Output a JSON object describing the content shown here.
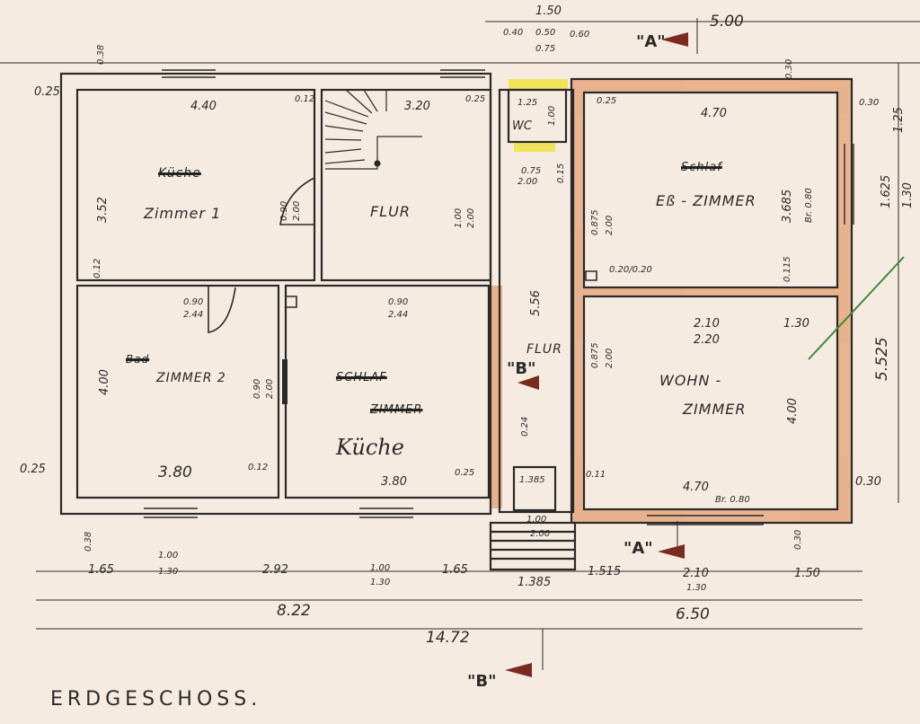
{
  "title": "ERDGESCHOSS.",
  "rooms": {
    "zimmer1": "Zimmer 1",
    "zimmer1_struck": "Küche",
    "flur_top": "FLUR",
    "wc": "WC",
    "essen": "Eß - ZIMMER",
    "essen_struck": "Schlaf",
    "zimmer2": "ZIMMER 2",
    "zimmer2_struck": "Bad",
    "kueche": "Küche",
    "kueche_struck1": "SCHLAF",
    "kueche_struck2": "ZIMMER",
    "flur_mid": "FLUR",
    "wohn1": "WOHN -",
    "wohn2": "ZIMMER"
  },
  "dimensions": {
    "top_150": "1.50",
    "top_500": "5.00",
    "top_040": "0.40",
    "top_050": "0.50",
    "top_060": "0.60",
    "top_075": "0.75",
    "top_038": "0.38",
    "top_030_right": "0.30",
    "left_025_top": "0.25",
    "z1_440": "4.40",
    "z1_352": "3.52",
    "z1_012": "0.12",
    "z1_012b": "0.12",
    "z1_door": "0.90",
    "z1_door_h": "2.00",
    "flur_320": "3.20",
    "flur_025": "0.25",
    "flur_door": "1.00",
    "flur_door_h": "2.00",
    "wc_125": "1.25",
    "wc_100": "1.00",
    "wc_025": "0.25",
    "ess_470": "4.70",
    "ess_030": "0.30",
    "ess_3685": "3.685",
    "ess_br": "Br. 0.80",
    "right_125": "1.25",
    "right_1625": "1.625",
    "right_130": "1.30",
    "stair_075": "0.75",
    "stair_200": "2.00",
    "stair_015": "0.15",
    "ess_door": "0.875",
    "ess_door_h": "2.00",
    "ess_020": "0.20/0.20",
    "ess_0115": "0.115",
    "flur_556": "5.56",
    "z2_door": "0.90",
    "z2_door_h": "2.44",
    "ku_door": "0.90",
    "ku_door_h": "2.44",
    "z2_400": "4.00",
    "z2_side_door": "0.90",
    "z2_side_door_h": "2.00",
    "left_025_bot": "0.25",
    "z2_380": "3.80",
    "z2_012": "0.12",
    "ku_380": "3.80",
    "ku_025": "0.25",
    "ku_024": "0.24",
    "entry_1385": "1.385",
    "wohn_door": "0.875",
    "wohn_door_h": "2.00",
    "wohn_win": "2.10",
    "wohn_win_h": "2.20",
    "wohn_130": "1.30",
    "wohn_400": "4.00",
    "wohn_011": "0.11",
    "wohn_470": "4.70",
    "wohn_br": "Br. 0.80",
    "wohn_030": "0.30",
    "right_5525": "5.525",
    "bot_038": "0.38",
    "bot_030": "0.30",
    "entry_100": "1.00",
    "entry_200": "2.00",
    "row_165a": "1.65",
    "row_100a": "1.00",
    "row_130a": "1.30",
    "row_292": "2.92",
    "row_100b": "1.00",
    "row_130b": "1.30",
    "row_165b": "1.65",
    "row_1385": "1.385",
    "row_1515": "1.515",
    "row_210": "2.10",
    "row_130c": "1.30",
    "row_150": "1.50",
    "total_822": "8.22",
    "total_650": "6.50",
    "total_1472": "14.72"
  },
  "section_marks": {
    "a_top": "\"A\"",
    "a_bot": "\"A\"",
    "b_mid": "\"B\"",
    "b_bot": "\"B\""
  },
  "colors": {
    "paper": "#f6ebe0",
    "wall": "#2a2a2a",
    "shade": "#e7a982",
    "wc_fill": "#f2e45a",
    "arrow": "#7a2a1e",
    "green_line": "#3a8a3a"
  }
}
